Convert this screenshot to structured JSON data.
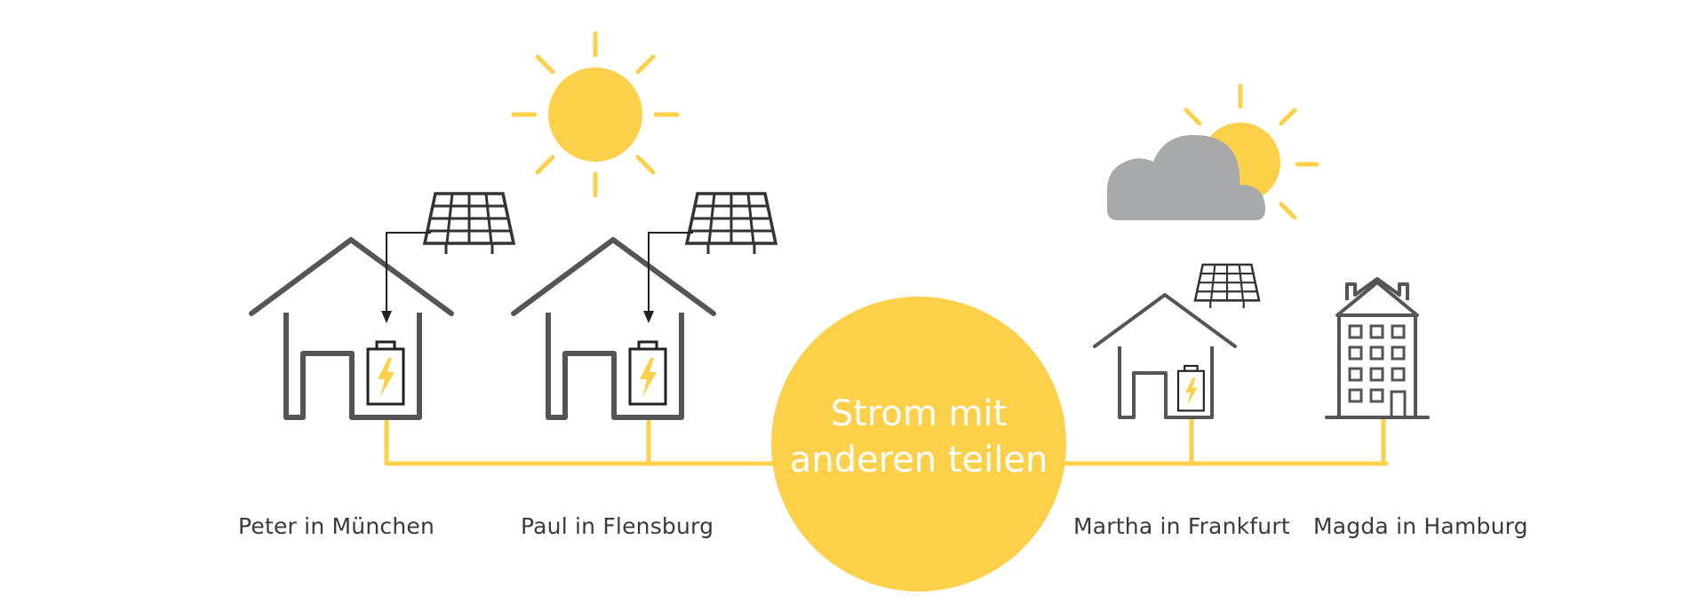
{
  "colors": {
    "accent_yellow": "#FDD04A",
    "house_gray": "#555555",
    "cloud_gray": "#A8A9AB",
    "text_dark": "#3A3A3A",
    "hub_text": "#FFFFFF"
  },
  "hub": {
    "line1": "Strom mit",
    "line2": "anderen teilen"
  },
  "people": [
    {
      "label": "Peter in München"
    },
    {
      "label": "Paul in Flensburg"
    },
    {
      "label": "Martha in Frankfurt"
    },
    {
      "label": "Magda in Hamburg"
    }
  ],
  "icons": {
    "weather_left": "sun-icon",
    "weather_right": "sun-behind-cloud-icon",
    "panel": "solar-panel-icon",
    "storage": "battery-bolt-icon",
    "apartment": "apartment-building-icon"
  }
}
